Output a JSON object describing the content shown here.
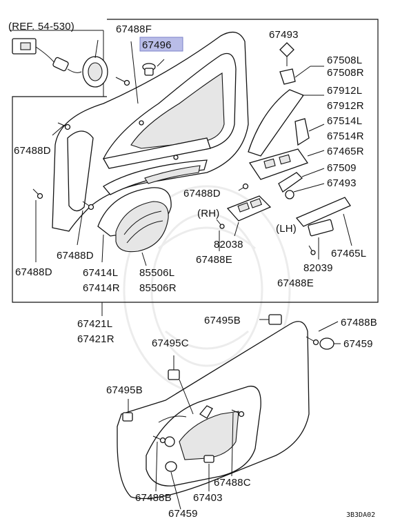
{
  "labels": {
    "ref": "(REF. 54-530)",
    "p67488F": "67488F",
    "p67496": "67496",
    "p67493_top": "67493",
    "p67508L": "67508L",
    "p67508R": "67508R",
    "p67912L": "67912L",
    "p67912R": "67912R",
    "p67514L": "67514L",
    "p67514R": "67514R",
    "p67465R": "67465R",
    "p67509": "67509",
    "p67493_mid": "67493",
    "p67488D_left": "67488D",
    "p67488D_mid": "67488D",
    "p67488D_inner": "67488D",
    "p67488D_bottom": "67488D",
    "rh": "(RH)",
    "p82038": "82038",
    "p67488E_rh": "67488E",
    "lh": "(LH)",
    "p67465L": "67465L",
    "p82039": "82039",
    "p67488E_lh": "67488E",
    "p67414L": "67414L",
    "p67414R": "67414R",
    "p85506L": "85506L",
    "p85506R": "85506R",
    "p67421L": "67421L",
    "p67421R": "67421R",
    "p67495B_top": "67495B",
    "p67488B_right": "67488B",
    "p67459_right": "67459",
    "p67495C": "67495C",
    "p67495B_left": "67495B",
    "p67488B_bottom": "67488B",
    "p67403": "67403",
    "p67488C": "67488C",
    "p67459_bottom": "67459",
    "code": "3B3DA02"
  },
  "highlight": "p67496",
  "colors": {
    "highlight_fill": "#b9bde8",
    "line": "#111111"
  }
}
